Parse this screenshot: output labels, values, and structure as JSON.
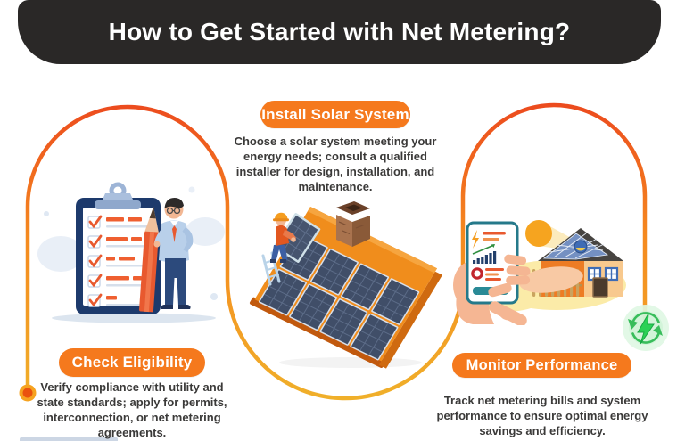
{
  "header": {
    "title": "How to Get Started with Net Metering?"
  },
  "steps": [
    {
      "label": "Check Eligibility",
      "description": "Verify compliance with utility and state standards; apply for permits, interconnection, or net metering agreements.",
      "illustration": "clipboard-checklist-with-man"
    },
    {
      "label": "Install Solar System",
      "description": "Choose a solar system meeting your energy needs; consult a qualified installer for design, installation, and maintenance.",
      "illustration": "roof-solar-panel-installation"
    },
    {
      "label": "Monitor Performance",
      "description": "Track net metering bills and system performance to ensure optimal energy savings and efficiency.",
      "illustration": "hand-phone-monitoring-house"
    }
  ],
  "icons": {
    "path_start": "orange-dot-icon",
    "path_end": "green-energy-recycle-bolt-icon"
  },
  "colors": {
    "header_dark": "#2a2827",
    "pill_orange": "#f5791d",
    "path_red_orange": "#ec4a1e",
    "path_gold": "#f0b02a",
    "text_dark": "#3b3a39",
    "green_energy": "#2bd156",
    "clipboard_navy": "#1d3a6c",
    "illustration_orange": "#e8592f",
    "roof_orange": "#f08d1c"
  }
}
